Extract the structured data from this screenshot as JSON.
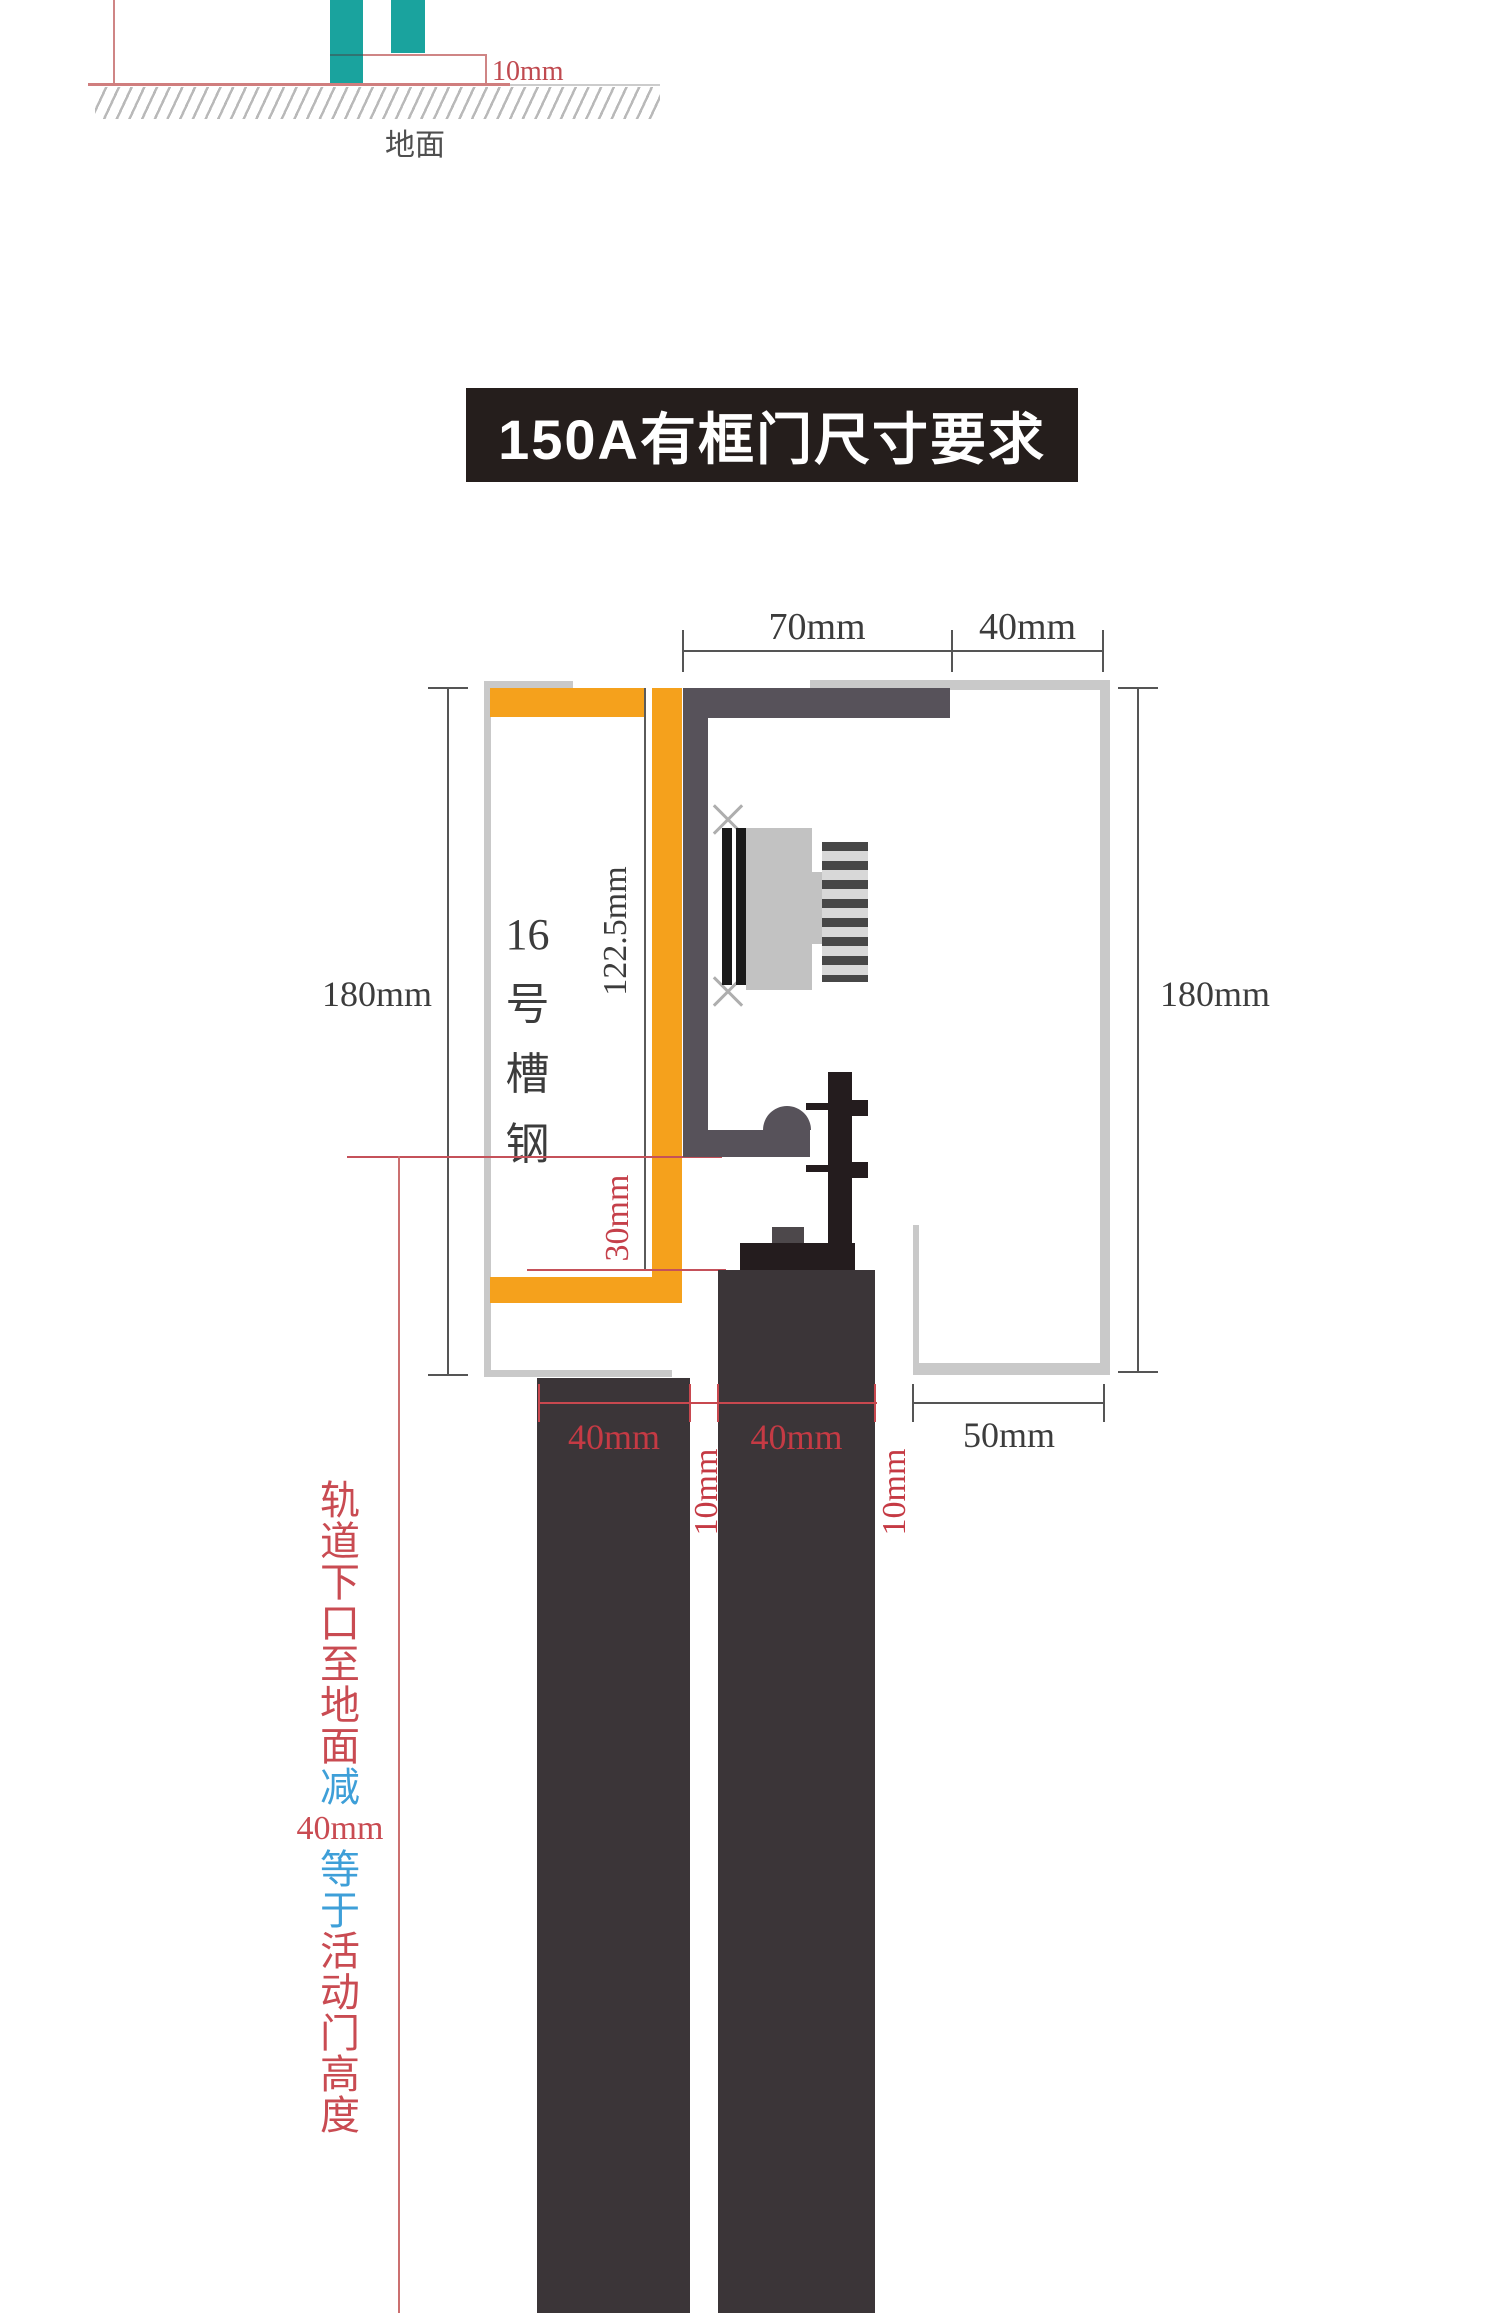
{
  "title": {
    "text": "150A有框门尺寸要求",
    "bg": "#251e1c",
    "fg": "#ffffff"
  },
  "mini": {
    "clearance_label": "10mm",
    "ground_label": "地面",
    "bar_color": "#1aa39e",
    "line_color": "#d07e7e"
  },
  "dims": {
    "top_left": "70mm",
    "top_right": "40mm",
    "left_height": "180mm",
    "right_height": "180mm",
    "inner_height": "122.5mm",
    "track_offset": "30mm",
    "door_left_width": "40mm",
    "gap_left": "10mm",
    "door_right_width": "40mm",
    "gap_right": "10mm",
    "pocket_width": "50mm"
  },
  "channel": {
    "chars": [
      "16",
      "号",
      "槽",
      "钢"
    ]
  },
  "note": {
    "chars": [
      {
        "t": "轨",
        "c": "#c94b52"
      },
      {
        "t": "道",
        "c": "#c94b52"
      },
      {
        "t": "下",
        "c": "#c94b52"
      },
      {
        "t": "口",
        "c": "#c94b52"
      },
      {
        "t": "至",
        "c": "#c94b52"
      },
      {
        "t": "地",
        "c": "#c94b52"
      },
      {
        "t": "面",
        "c": "#c94b52"
      },
      {
        "t": "减",
        "c": "#3e9fd8"
      },
      {
        "t": "40mm",
        "c": "#c94b52"
      },
      {
        "t": "等",
        "c": "#3e9fd8"
      },
      {
        "t": "于",
        "c": "#3e9fd8"
      },
      {
        "t": "活",
        "c": "#c94b52"
      },
      {
        "t": "动",
        "c": "#c94b52"
      },
      {
        "t": "门",
        "c": "#c94b52"
      },
      {
        "t": "高",
        "c": "#c94b52"
      },
      {
        "t": "度",
        "c": "#c94b52"
      }
    ]
  },
  "colors": {
    "orange_channel": "#f5a11c",
    "track_gray": "#57525a",
    "door_panel": "#3b3538",
    "hanger_black": "#241c1e",
    "outline_gray": "#c9c9c9",
    "dim_red": "#c5515a",
    "teal": "#1aa39e"
  }
}
